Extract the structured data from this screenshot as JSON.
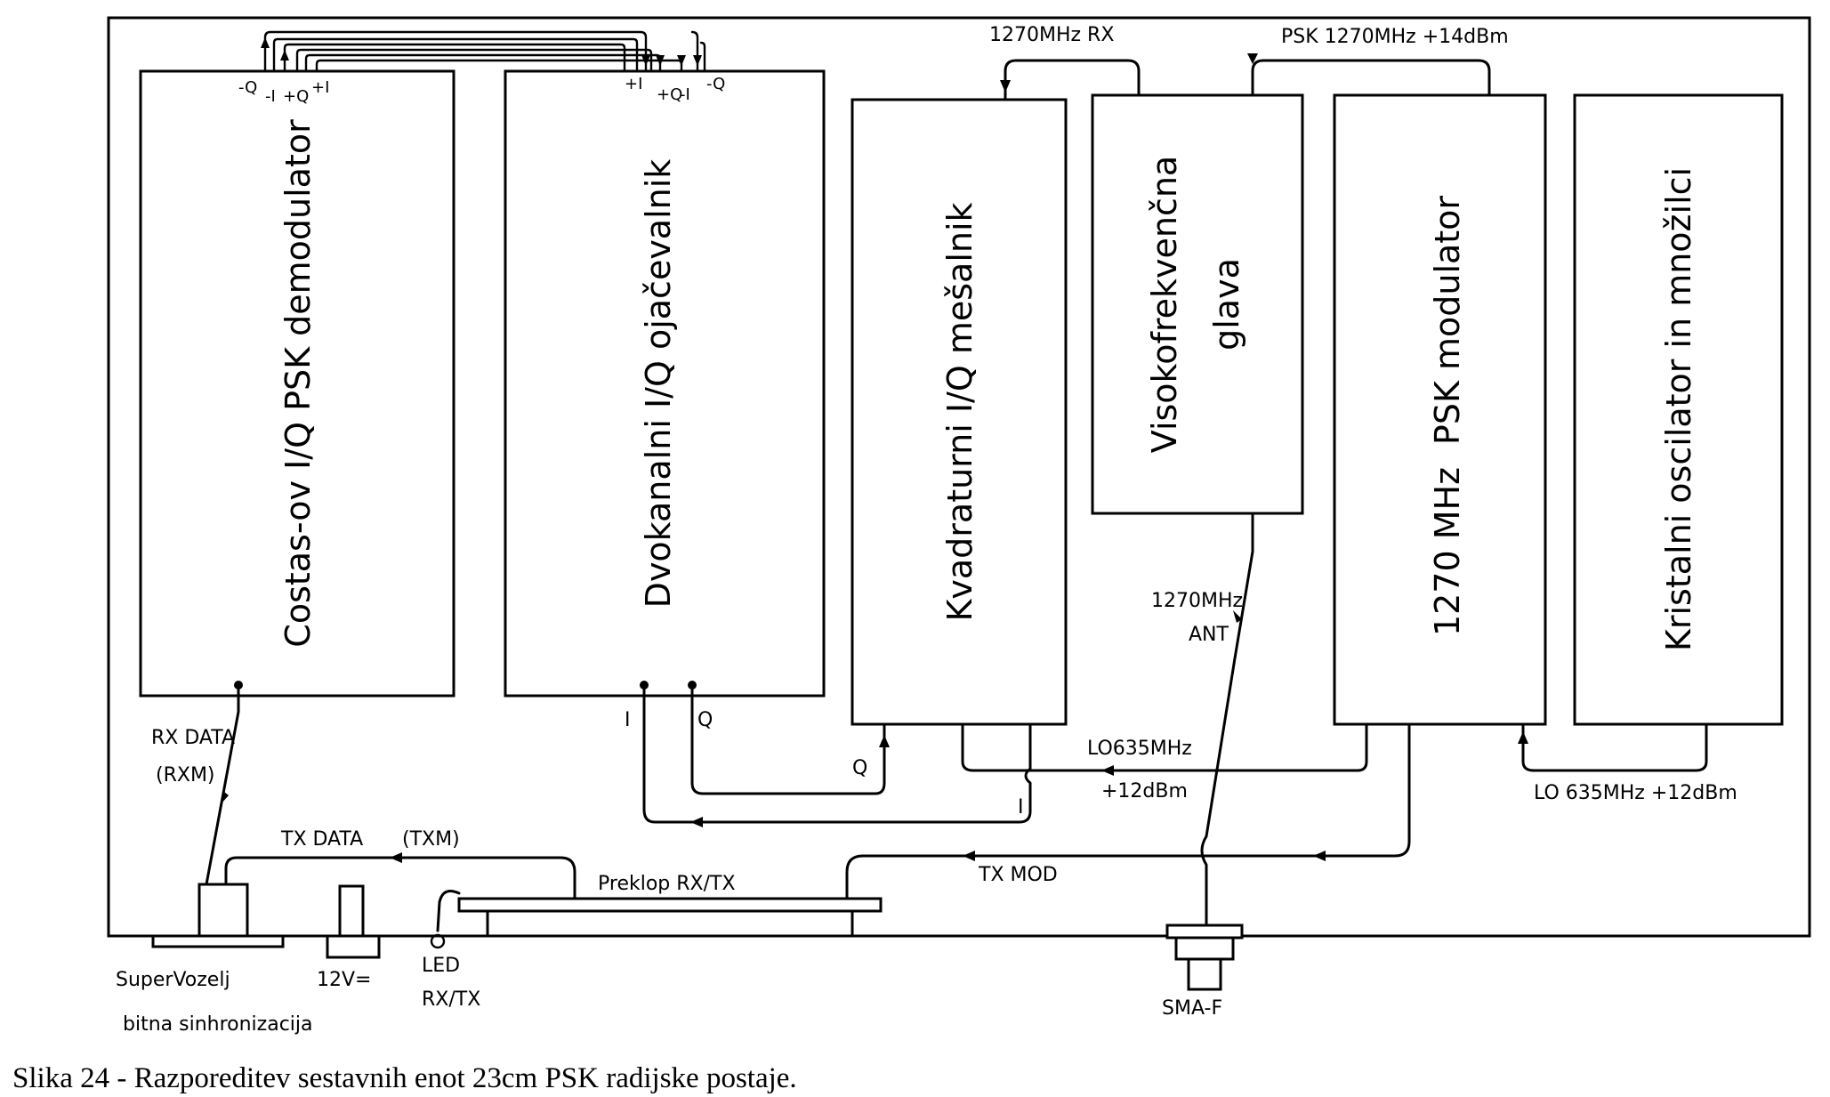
{
  "blocks": {
    "costas": "Costas-ov I/Q PSK demodulator",
    "dvokanalni": "Dvokanalni I/Q ojačevalnik",
    "kvadraturni": "Kvadraturni I/Q mešalnik",
    "visoko_line1": "Visokofrekvenčna",
    "visoko_line2": "glava",
    "psk_mod_line1": "1270 MHz",
    "psk_mod_line2": "PSK modulator",
    "kristalni": "Kristalni oscilator in množilci"
  },
  "pins": {
    "costas": [
      "-Q",
      "-I",
      "+Q",
      "+I"
    ],
    "dvokanalni": [
      "+I",
      "+Q",
      "-I",
      "-Q"
    ],
    "dvo_out_i": "I",
    "dvo_out_q": "Q",
    "kvad_q": "Q",
    "kvad_i": "I"
  },
  "signals": {
    "rx1270": "1270MHz RX",
    "psk1270": "PSK 1270MHz +14dBm",
    "ant_line1": "1270MHz",
    "ant_line2": "ANT",
    "lo_mid_line1": "LO635MHz",
    "lo_mid_line2": "+12dBm",
    "lo_right": "LO 635MHz +12dBm",
    "rx_data_line1": "RX DATA",
    "rx_data_line2": "(RXM)",
    "tx_data": "TX DATA",
    "txm": "(TXM)",
    "tx_mod": "TX MOD",
    "preklop": "Preklop RX/TX"
  },
  "components": {
    "supervozelj_line1": "SuperVozelj",
    "supervozelj_line2": "bitna sinhronizacija",
    "v12": "12V=",
    "led_line1": "LED",
    "led_line2": "RX/TX",
    "sma": "SMA-F"
  },
  "caption": "Slika 24 - Razporeditev sestavnih enot 23cm PSK radijske postaje."
}
